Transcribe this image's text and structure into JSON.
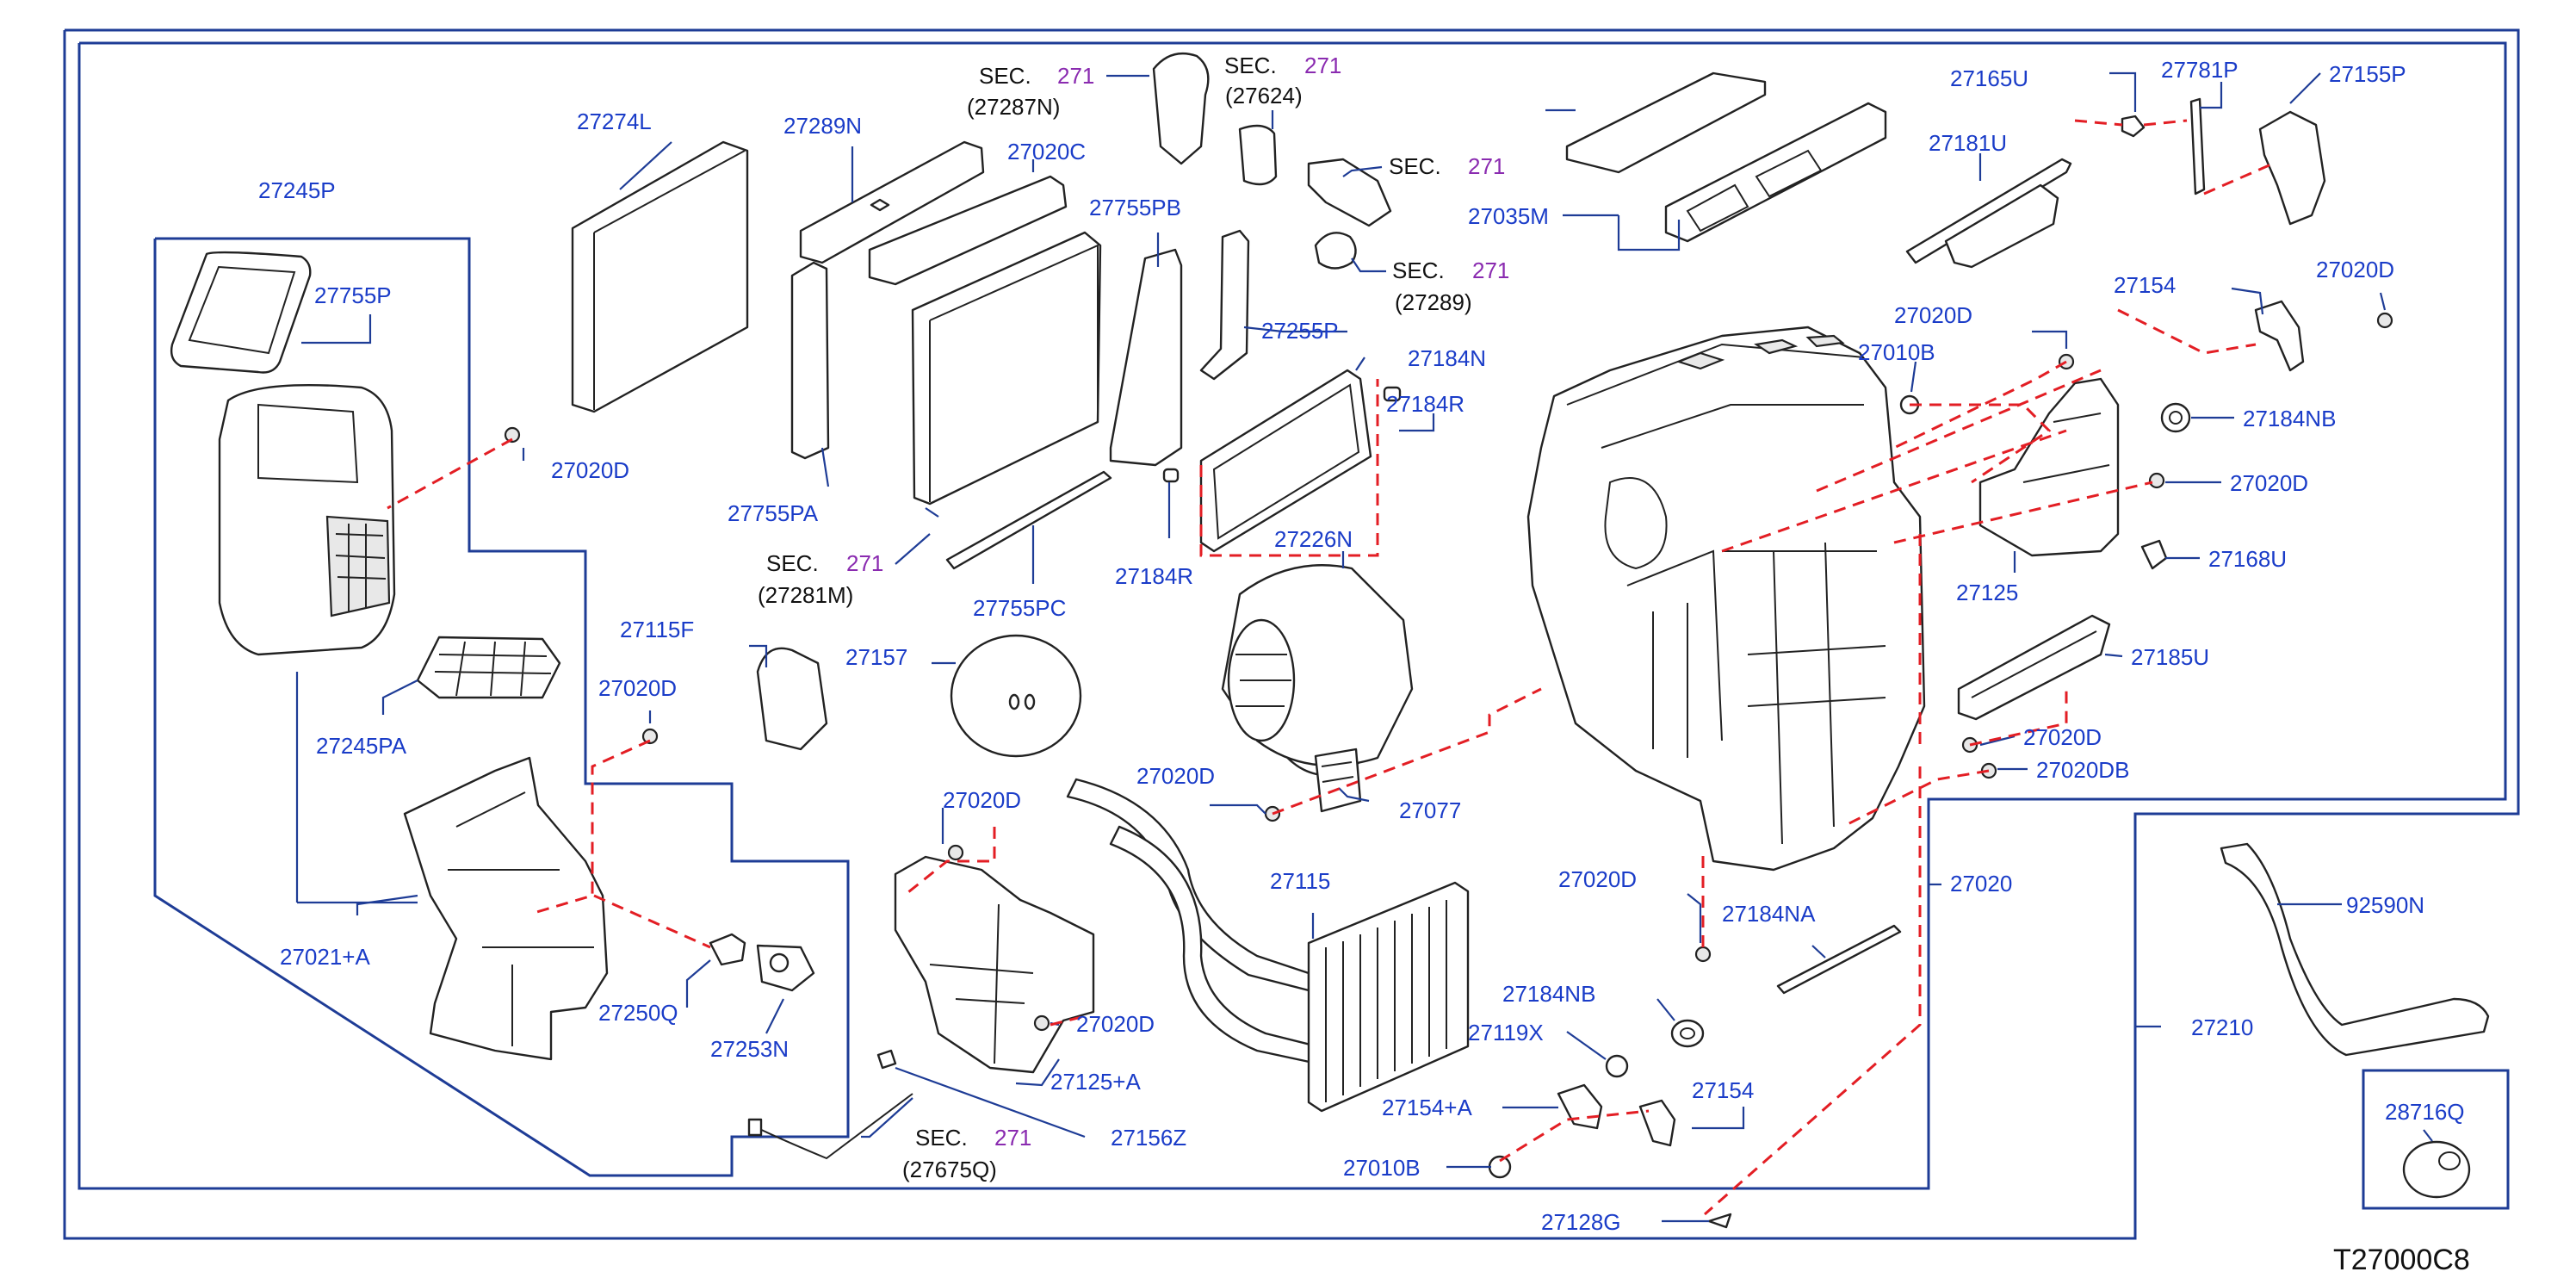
{
  "diagram_id": "T27000C8",
  "colors": {
    "part_number": "#1a3cc8",
    "section_number": "#8a2bb0",
    "frame": "#1e3c96",
    "dashed_leader": "#e31e24"
  },
  "section_refs": [
    {
      "word": "SEC.",
      "num": "271",
      "sub": "(27287N)"
    },
    {
      "word": "SEC.",
      "num": "271",
      "sub": "(27624)"
    },
    {
      "word": "SEC.",
      "num": "271",
      "sub": ""
    },
    {
      "word": "SEC.",
      "num": "271",
      "sub": "(27289)"
    },
    {
      "word": "SEC.",
      "num": "271",
      "sub": "(27281M)"
    },
    {
      "word": "SEC.",
      "num": "271",
      "sub": "(27675Q)"
    }
  ],
  "parts": [
    "27274L",
    "27289N",
    "27020C",
    "27245P",
    "27755P",
    "27755PB",
    "27255P",
    "27184N",
    "27184R",
    "27020D",
    "27755PA",
    "27755PC",
    "27184R",
    "27226N",
    "27115F",
    "27157",
    "27020D",
    "27245PA",
    "27020D",
    "27077",
    "27020D",
    "27021+A",
    "27250Q",
    "27253N",
    "27020D",
    "27115",
    "27125+A",
    "27156Z",
    "27035M",
    "27165U",
    "27781P",
    "27155P",
    "27181U",
    "27154",
    "27020D",
    "27020D",
    "27010B",
    "27184NB",
    "27020D",
    "27125",
    "27168U",
    "27185U",
    "27020D",
    "27020DB",
    "27020",
    "27020D",
    "27184NA",
    "27184NB",
    "27119X",
    "27154+A",
    "27154",
    "27010B",
    "27128G",
    "92590N",
    "27210",
    "28716Q"
  ]
}
